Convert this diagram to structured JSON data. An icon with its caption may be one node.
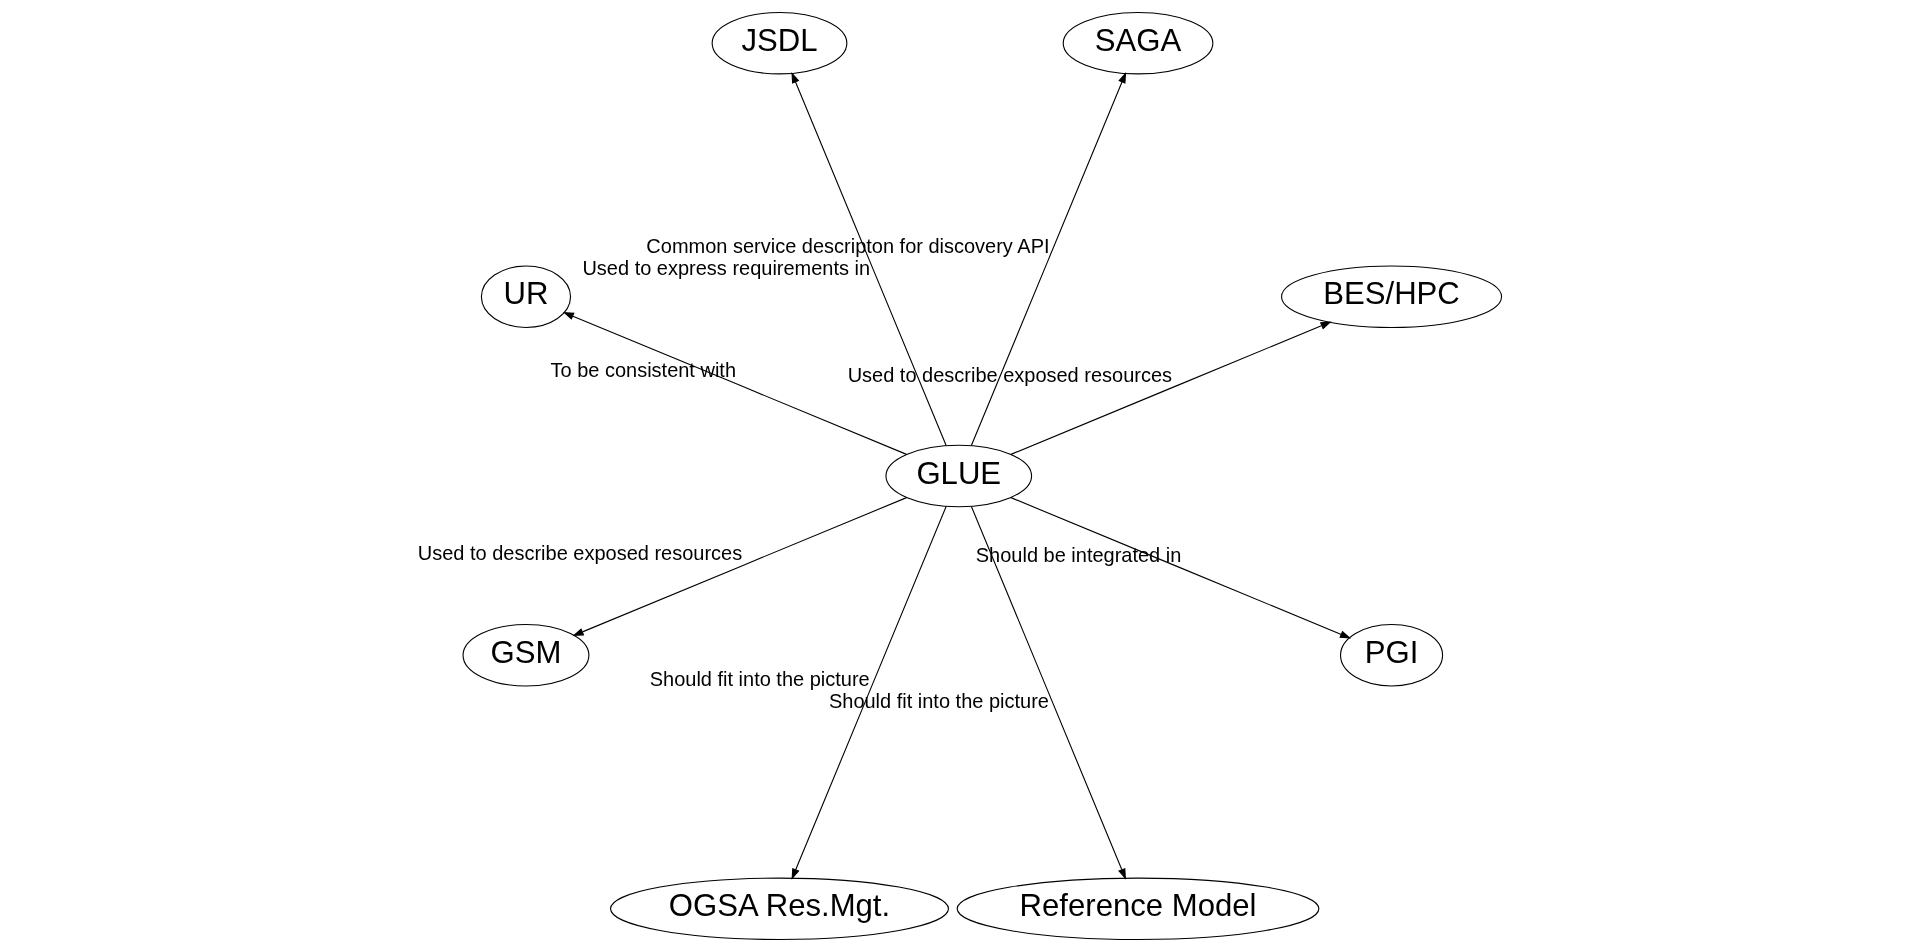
{
  "diagram": {
    "nodes": [
      {
        "text": [
          "BES/HPC"
        ]
      },
      {
        "text": [
          "SAGA"
        ]
      },
      {
        "text": [
          "JSDL"
        ]
      },
      {
        "text": [
          "GLUE"
        ]
      },
      {
        "text": [
          "UR"
        ]
      },
      {
        "text": [
          "GSM"
        ]
      },
      {
        "text": [
          "OGSA Res.Mgt."
        ]
      },
      {
        "text": [
          "Reference Model"
        ]
      },
      {
        "text": [
          "PGI"
        ]
      }
    ],
    "edges": [
      {
        "from": 3,
        "to": 1,
        "arrow": "to",
        "label": "Common service descripton for discovery API"
      },
      {
        "from": 3,
        "to": 0,
        "arrow": "to",
        "label": "Used to describe exposed resources"
      },
      {
        "from": 3,
        "to": 2,
        "arrow": "to",
        "label": "Used to express requirements in"
      },
      {
        "from": 3,
        "to": 4,
        "arrow": "to",
        "label": "To be consistent with"
      },
      {
        "from": 3,
        "to": 5,
        "arrow": "to",
        "label": "Used to describe exposed resources"
      },
      {
        "from": 3,
        "to": 6,
        "arrow": "to",
        "label": "Should fit into the picture"
      },
      {
        "from": 3,
        "to": 7,
        "arrow": "to",
        "label": "Should fit into the picture"
      },
      {
        "from": 3,
        "to": 8,
        "arrow": "to",
        "label": "Should be integrated in"
      }
    ]
  }
}
